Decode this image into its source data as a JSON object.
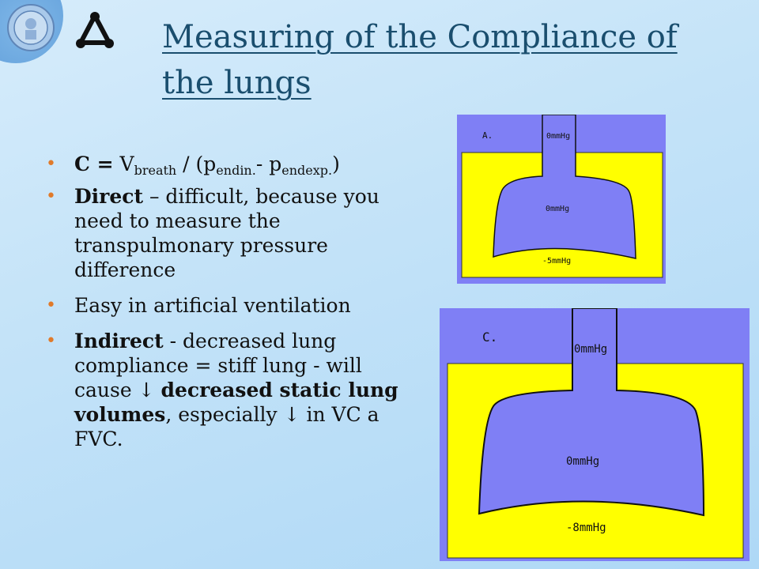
{
  "slide": {
    "title": "Measuring of the Compliance of the lungs",
    "bullets": {
      "formula": {
        "c_label": "C =",
        "v": "V",
        "v_sub": "breath",
        "mid": " / (p",
        "p1_sub": "endin.",
        "minus": "- p",
        "p2_sub": "endexp.",
        "close": ")"
      },
      "direct": {
        "bold": "Direct",
        "rest": " – difficult, because you need to measure the transpulmonary pressure difference"
      },
      "easy": "Easy in artificial ventilation",
      "indirect": {
        "bold1": "Indirect",
        "text1": "  -  decreased lung compliance = stiff lung - will cause ↓ ",
        "bold2": "decreased static lung volumes",
        "text2": ", especially ↓ in VC a FVC."
      }
    }
  },
  "figures": {
    "a": {
      "letter": "A.",
      "top_pressure": "0mmHg",
      "lung_pressure": "0mmHg",
      "pleural_pressure": "-5mmHg"
    },
    "c": {
      "letter": "C.",
      "top_pressure": "0mmHg",
      "lung_pressure": "0mmHg",
      "pleural_pressure": "-8mmHg"
    }
  },
  "colors": {
    "title": "#1a4e6e",
    "bullet": "#e07a2a",
    "lung": "#7f7ff5",
    "cavity": "#ffff00"
  }
}
